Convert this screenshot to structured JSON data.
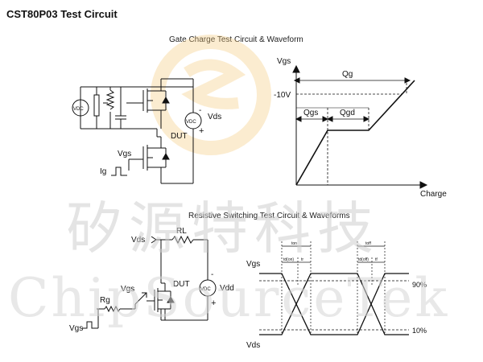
{
  "title": "CST80P03 Test Circuit",
  "watermark": {
    "cn": "矽源特科技",
    "en": "ChipSourceTek"
  },
  "gate_charge": {
    "title": "Gate Charge Test Circuit & Waveform",
    "circuit": {
      "vdc_left": "VDC",
      "vds": "Vds",
      "minus": "-",
      "plus": "+",
      "vdc_right": "VDC",
      "dut": "DUT",
      "vgs": "Vgs",
      "ig": "Ig"
    },
    "waveform": {
      "vgs_axis": "Vgs",
      "qg": "Qg",
      "v10": "-10V",
      "qgs": "Qgs",
      "qgd": "Qgd",
      "charge": "Charge"
    }
  },
  "resistive": {
    "title": "Resistive Switching Test Circuit & Waveforms",
    "circuit": {
      "vds": "Vds",
      "rl": "RL",
      "dut": "DUT",
      "vdc": "VDC",
      "vdd": "Vdd",
      "vgs": "Vgs",
      "rg": "Rg",
      "vgs_pulse": "Vgs",
      "minus": "-",
      "plus": "+"
    },
    "waveform": {
      "vgs": "Vgs",
      "vds": "Vds",
      "p90": "90%",
      "p10": "10%",
      "ton": "ton",
      "toff": "toff",
      "tdon": "td(on)",
      "tr": "tr",
      "tdoff": "td(off)",
      "tf": "tf"
    }
  }
}
